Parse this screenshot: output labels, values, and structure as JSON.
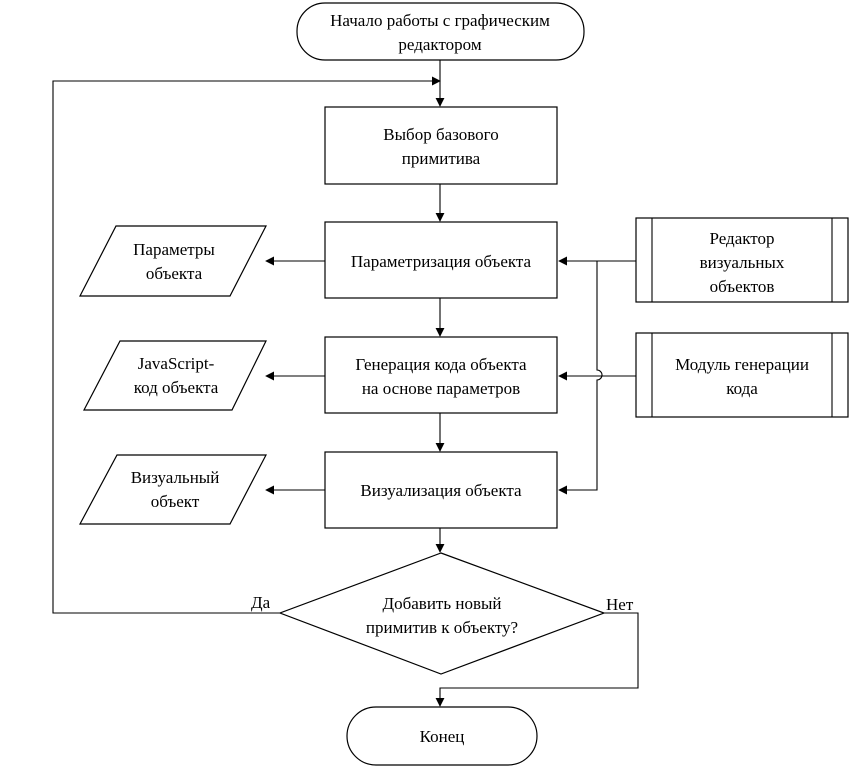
{
  "nodes": {
    "start": {
      "line1": "Начало работы с графическим",
      "line2": "редактором"
    },
    "select_primitive": {
      "line1": "Выбор базового",
      "line2": "примитива"
    },
    "parametrize": {
      "line1": "Параметризация объекта"
    },
    "generate_code": {
      "line1": "Генерация кода объекта",
      "line2": "на основе параметров"
    },
    "visualize": {
      "line1": "Визуализация объекта"
    },
    "decision": {
      "line1": "Добавить новый",
      "line2": "примитив к объекту?"
    },
    "end": {
      "line1": "Конец"
    },
    "params_output": {
      "line1": "Параметры",
      "line2": "объекта"
    },
    "js_output": {
      "line1": "JavaScript-",
      "line2": "код объекта"
    },
    "visual_output": {
      "line1": "Визуальный",
      "line2": "объект"
    },
    "editor_module": {
      "line1": "Редактор",
      "line2": "визуальных",
      "line3": "объектов"
    },
    "codegen_module": {
      "line1": "Модуль генерации",
      "line2": "кода"
    }
  },
  "edges": {
    "yes_label": "Да",
    "no_label": "Нет"
  }
}
